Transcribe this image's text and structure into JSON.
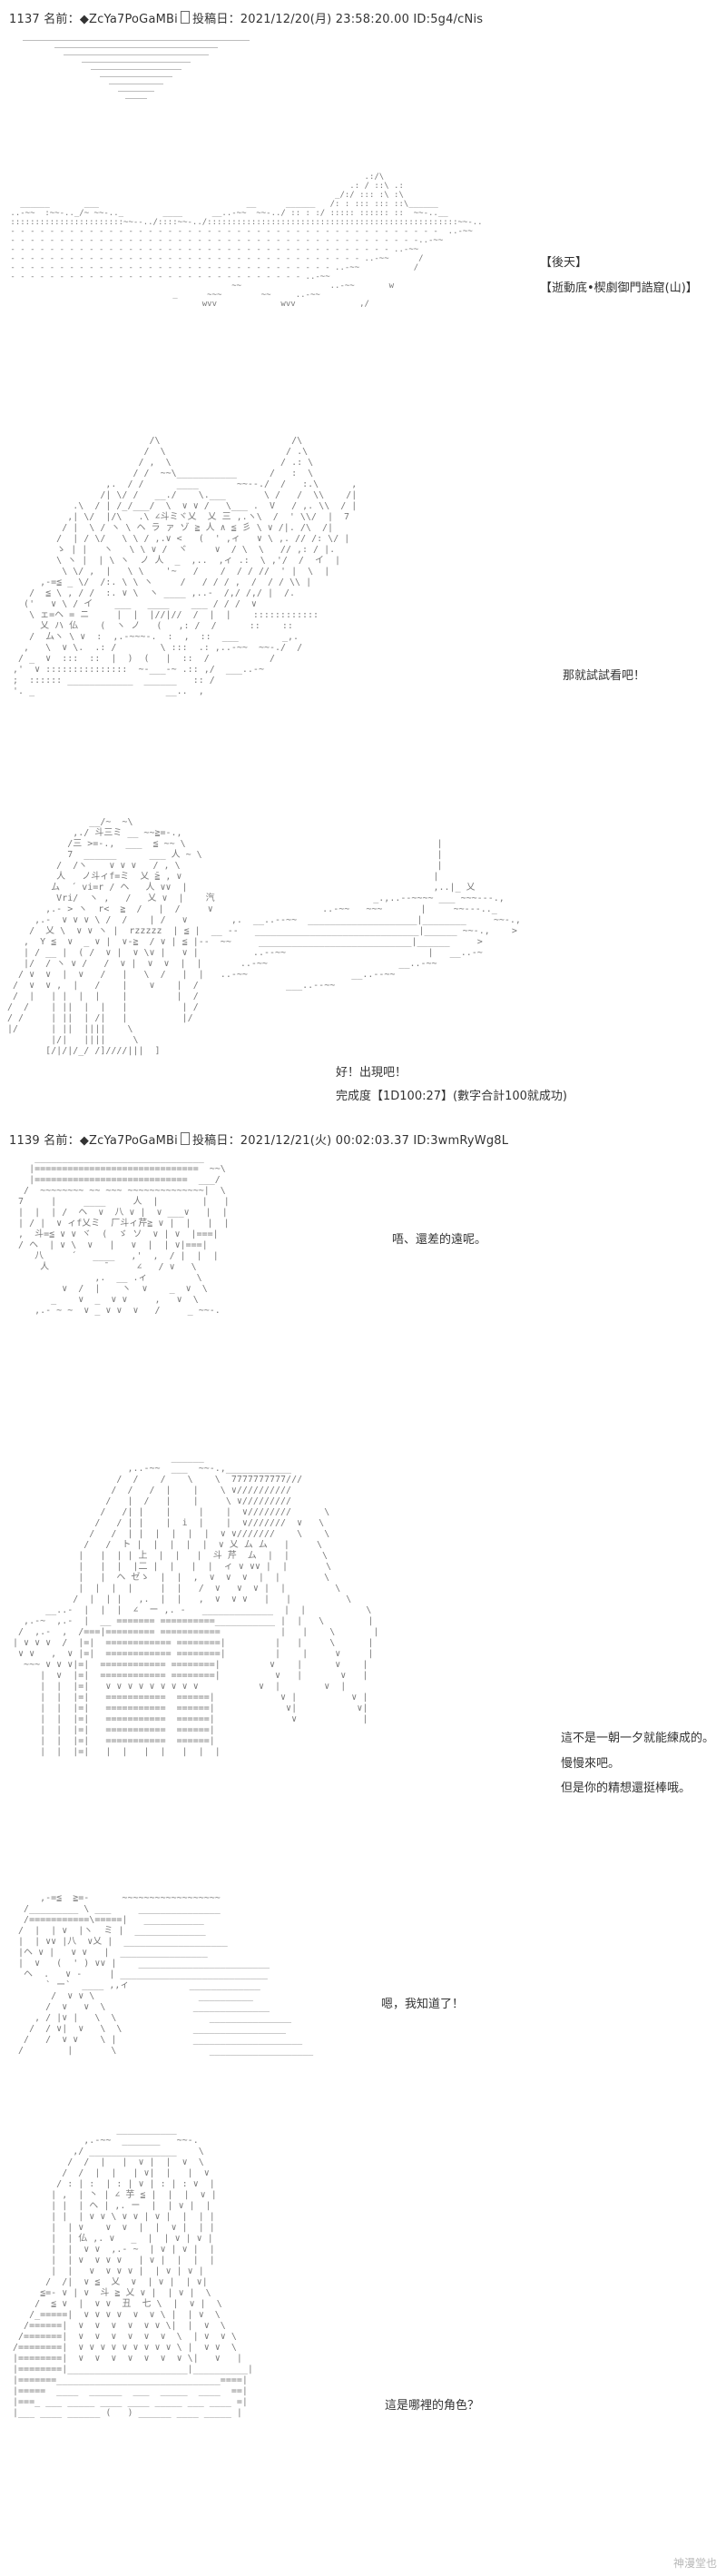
{
  "posts": [
    {
      "header": "1137 名前：◆ZcYa7PoGaMBi",
      "header_sep_icon": "box-glyph-icon",
      "posted": "投稿日：2021/12/20(月) 23:58:20.00 ID:5g4/cNis"
    },
    {
      "header": "1139 名前：◆ZcYa7PoGaMBi",
      "header_sep_icon": "box-glyph-icon",
      "posted": "投稿日：2021/12/21(火) 00:02:03.37 ID:3wmRyWg8L"
    }
  ],
  "dialogue": {
    "scene_title": "【後天】",
    "scene_location": "【逝動底•楔劇御門誥窟(山)】",
    "line_try": "那就試試看吧！",
    "line_appear": "好！出現吧！",
    "line_completion": "完成度【1D100:27】(數字合計100就成功)",
    "line_faraway": "唔、還差的遠呢。",
    "line_not_overnight_1": "這不是一朝一夕就能練成的。",
    "line_not_overnight_2": "慢慢來吧。",
    "line_not_overnight_3": "但是你的精想還挺棒哦。",
    "line_know": "嗯，我知道了！",
    "line_role": "這是哪裡的角色？"
  },
  "watermark": "神漫堂也"
}
